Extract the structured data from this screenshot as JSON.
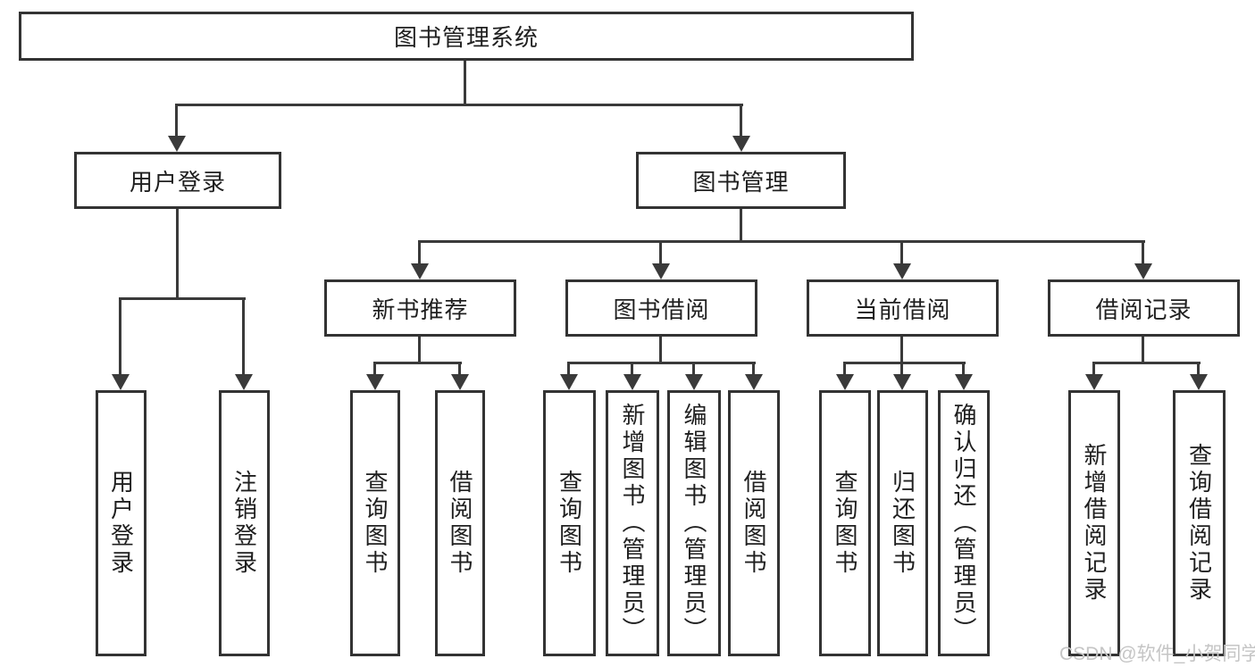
{
  "diagram": {
    "root": {
      "label": "图书管理系统"
    },
    "level1": [
      {
        "label": "用户登录"
      },
      {
        "label": "图书管理"
      }
    ],
    "level2": [
      {
        "label": "新书推荐"
      },
      {
        "label": "图书借阅"
      },
      {
        "label": "当前借阅"
      },
      {
        "label": "借阅记录"
      }
    ],
    "leaves": {
      "login": [
        {
          "label": "用户登录"
        },
        {
          "label": "注销登录"
        }
      ],
      "recommend": [
        {
          "label": "查询图书"
        },
        {
          "label": "借阅图书"
        }
      ],
      "borrow": [
        {
          "label": "查询图书"
        },
        {
          "label": "新增图书（管理员）"
        },
        {
          "label": "编辑图书（管理员）"
        },
        {
          "label": "借阅图书"
        }
      ],
      "current": [
        {
          "label": "查询图书"
        },
        {
          "label": "归还图书"
        },
        {
          "label": "确认归还（管理员）"
        }
      ],
      "records": [
        {
          "label": "新增借阅记录"
        },
        {
          "label": "查询借阅记录"
        }
      ]
    }
  },
  "watermark": "CSDN @软件_小贺同学",
  "colors": {
    "line": "#3a3a3a",
    "box_border": "#333333",
    "background": "#ffffff",
    "text": "#1f1f1f",
    "watermark": "#c5c5c5"
  }
}
